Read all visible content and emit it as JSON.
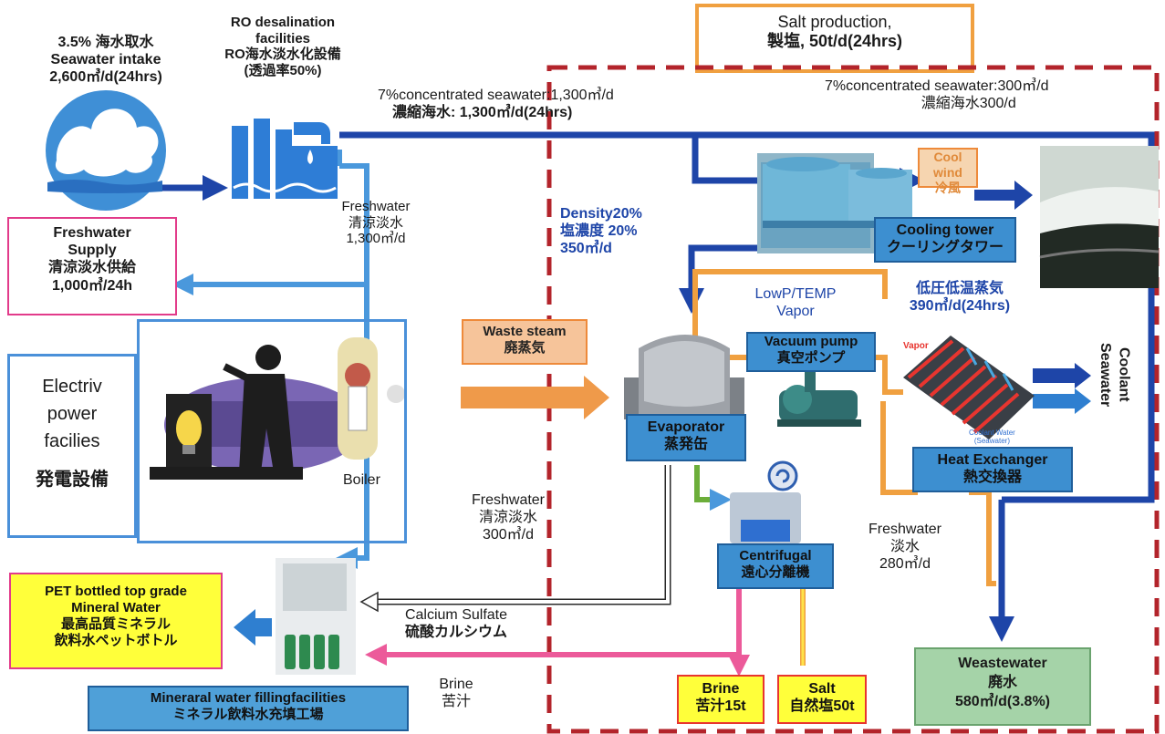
{
  "intake": {
    "l1": "3.5% 海水取水",
    "l2": "Seawater intake",
    "l3": "2,600㎥/d(24hrs)"
  },
  "ro": {
    "l1": "RO desalination",
    "l2": "facilities",
    "l3": "RO海水淡水化設備",
    "l4": "(透過率50%)"
  },
  "salt_production": {
    "l1": "Salt production,",
    "l2": "製塩, 50t/d(24hrs)"
  },
  "concentrated_left": {
    "l1": "7%concentrated seawater:1,300㎥/d",
    "l2": "濃縮海水: 1,300㎥/d(24hrs)"
  },
  "concentrated_right": {
    "l1": "7%concentrated seawater:300㎥/d",
    "l2": "濃縮海水300/d"
  },
  "freshwater_ro": {
    "l1": "Freshwater",
    "l2": "清涼淡水",
    "l3": "1,300㎥/d"
  },
  "freshwater_supply": {
    "l1": "Freshwater",
    "l2": "Supply",
    "l3": "清涼淡水供給",
    "l4": "1,000㎥/24h"
  },
  "cool_wind": {
    "l1": "Cool wind",
    "l2": "冷風"
  },
  "cooling_tower": {
    "l1": "Cooling tower",
    "l2": "クーリングタワー"
  },
  "density": {
    "l1": "Density20%",
    "l2": "塩濃度 20%",
    "l3": "350㎥/d"
  },
  "lowp": {
    "l1": "LowP/TEMP",
    "l2": "Vapor"
  },
  "low_vapor": {
    "l1": "低圧低温蒸気",
    "l2": "390㎥/d(24hrs)"
  },
  "waste_steam": {
    "l1": "Waste steam",
    "l2": "廃蒸気"
  },
  "vacuum_pump": {
    "l1": "Vacuum pump",
    "l2": "真空ポンプ"
  },
  "vapor_label": "Vapor",
  "coolant": {
    "l1": "Coolant",
    "l2": "Seawater"
  },
  "coolant_water": {
    "l1": "Coolant Water",
    "l2": "(Seawater)"
  },
  "electric": {
    "l1": "Electriv",
    "l2": "power",
    "l3": "facilies",
    "l4": "発電設備"
  },
  "boiler": "Boiler",
  "evaporator": {
    "l1": "Evaporator",
    "l2": "蒸発缶"
  },
  "heat_exchanger": {
    "l1": "Heat Exchanger",
    "l2": "熱交換器"
  },
  "freshwater_300": {
    "l1": "Freshwater",
    "l2": "清涼淡水",
    "l3": "300㎥/d"
  },
  "freshwater_280": {
    "l1": "Freshwater",
    "l2": "淡水",
    "l3": "280㎥/d"
  },
  "centrifugal": {
    "l1": "Centrifugal",
    "l2": "遠心分離機"
  },
  "pet": {
    "l1": "PET bottled top grade",
    "l2": "Mineral Water",
    "l3": "最高品質ミネラル",
    "l4": "飲料水ペットボトル"
  },
  "calcium": {
    "l1": "Calcium Sulfate",
    "l2": "硫酸カルシウム"
  },
  "brine_label": {
    "l1": "Brine",
    "l2": "苦汁"
  },
  "brine_box": {
    "l1": "Brine",
    "l2": "苦汁15t"
  },
  "salt_box": {
    "l1": "Salt",
    "l2": "自然塩50t"
  },
  "wastewater": {
    "l1": "Weastewater",
    "l2": "廃水",
    "l3": "580㎥/d(3.8%)"
  },
  "mineral_facility": {
    "l1": "Mineraral water fillingfacilities",
    "l2": "ミネラル飲料水充填工場"
  },
  "colors": {
    "pipe_dark": "#1e45a8",
    "pipe_light": "#4a98dc",
    "orange": "#f0a040",
    "pink": "#ec5a9a",
    "dashed": "#b3242b"
  }
}
